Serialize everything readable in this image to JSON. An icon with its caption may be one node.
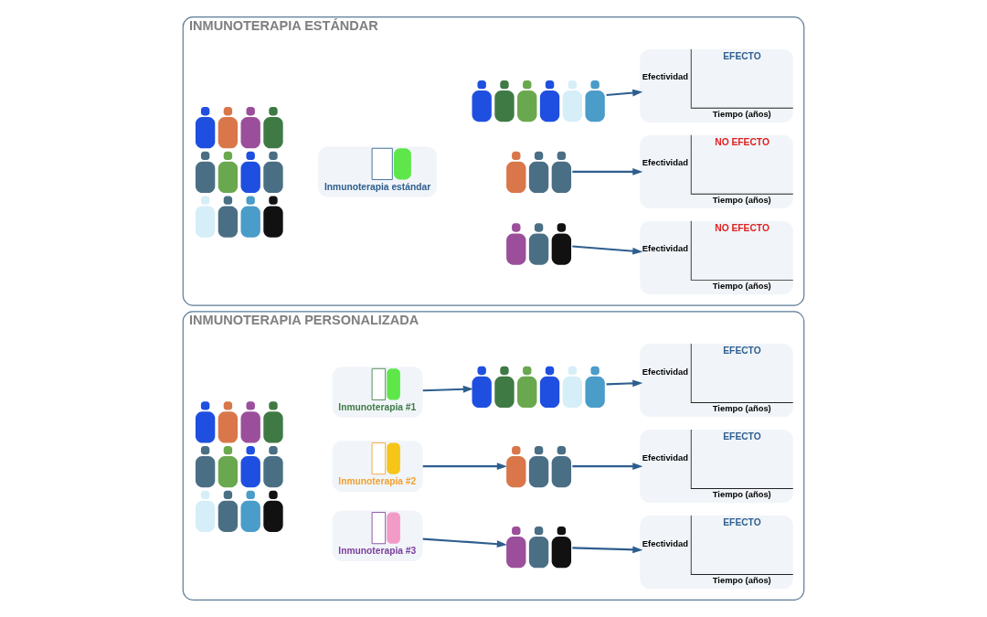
{
  "diagram": {
    "nodes": [
      {
        "text": [
          "INMUNOTERAPIA ESTÁNDAR"
        ]
      },
      {
        "text": [],
        "shape": "picture",
        "in": 0
      },
      {
        "text": [
          "Inmunoterapia estándar"
        ],
        "in": 0
      },
      {
        "text": [],
        "shape": "picture",
        "in": 0
      },
      {
        "text": [],
        "shape": "picture",
        "in": 0
      },
      {
        "text": [],
        "shape": "picture",
        "in": 0
      },
      {
        "text": [
          "EFECTO",
          "Efectividad",
          "Tiempo (años)"
        ],
        "in": 0
      },
      {
        "text": [
          "NO EFECTO",
          "Efectividad",
          "Tiempo (años)"
        ],
        "in": 0
      },
      {
        "text": [
          "NO EFECTO",
          "Efectividad",
          "Tiempo (años)"
        ],
        "in": 0
      },
      {
        "text": [
          "INMUNOTERAPIA PERSONALIZADA"
        ]
      },
      {
        "text": [],
        "shape": "picture",
        "in": 9
      },
      {
        "text": [
          "Inmunoterapia #1"
        ],
        "in": 9
      },
      {
        "text": [
          "Inmunoterapia #2"
        ],
        "in": 9
      },
      {
        "text": [
          "Inmunoterapia #3"
        ],
        "in": 9
      },
      {
        "text": [],
        "shape": "picture",
        "in": 9
      },
      {
        "text": [],
        "shape": "picture",
        "in": 9
      },
      {
        "text": [],
        "shape": "picture",
        "in": 9
      },
      {
        "text": [
          "EFECTO",
          "Efectividad",
          "Tiempo (años)"
        ],
        "in": 9
      },
      {
        "text": [
          "EFECTO",
          "Efectividad",
          "Tiempo (años)"
        ],
        "in": 9
      },
      {
        "text": [
          "EFECTO",
          "Efectividad",
          "Tiempo (años)"
        ],
        "in": 9
      }
    ],
    "edges": [
      {
        "from": 3,
        "to": 6,
        "arrow": "to"
      },
      {
        "from": 4,
        "to": 7,
        "arrow": "to"
      },
      {
        "from": 5,
        "to": 8,
        "arrow": "to"
      },
      {
        "from": 11,
        "to": 14,
        "arrow": "to"
      },
      {
        "from": 14,
        "to": 17,
        "arrow": "to"
      },
      {
        "from": 12,
        "to": 15,
        "arrow": "to"
      },
      {
        "from": 15,
        "to": 18,
        "arrow": "to"
      },
      {
        "from": 13,
        "to": 16,
        "arrow": "to"
      },
      {
        "from": 16,
        "to": 19,
        "arrow": "to"
      }
    ]
  }
}
